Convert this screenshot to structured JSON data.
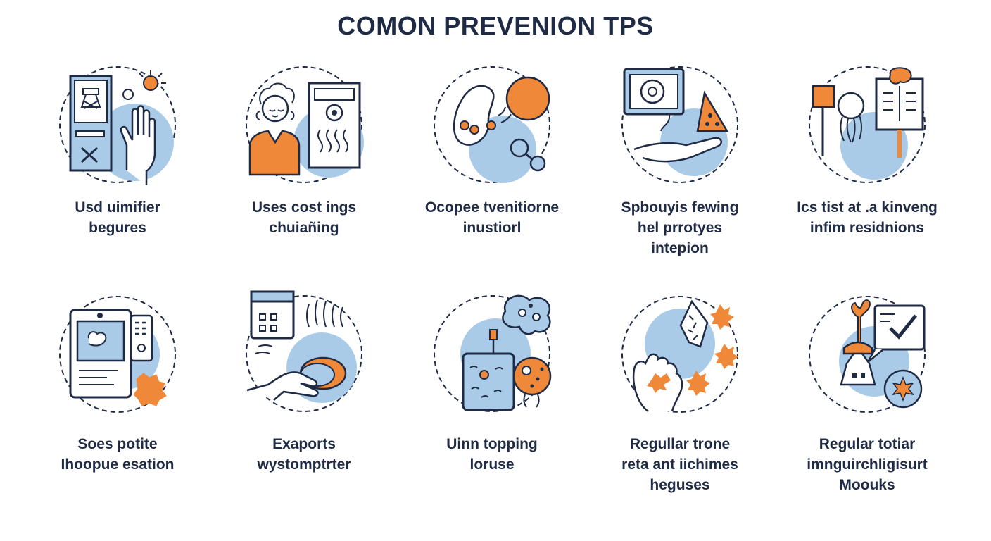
{
  "title": "COMON PREVENION TPS",
  "colors": {
    "navy": "#1f2a44",
    "blue_fill": "#a9cbe8",
    "orange": "#f0883a",
    "background": "#ffffff"
  },
  "tips": [
    {
      "icon": "humidifier-hand-icon",
      "lines": [
        "Usd uimifier",
        "begures"
      ]
    },
    {
      "icon": "person-air-purifier-icon",
      "lines": [
        "Uses cost ings",
        "chuiañing"
      ]
    },
    {
      "icon": "mold-spores-icon",
      "lines": [
        "Ocopee tvenitiorne",
        "inustiorl"
      ]
    },
    {
      "icon": "camera-hand-cheese-icon",
      "lines": [
        "Spbouyis fewing",
        "hel prrotyes",
        "intepion"
      ]
    },
    {
      "icon": "sign-board-test-icon",
      "lines": [
        "Ics tist at .a kinveng",
        "infim residnions"
      ]
    },
    {
      "icon": "thermostat-device-icon",
      "lines": [
        "Soes potite",
        "Ihoopue esation"
      ]
    },
    {
      "icon": "calendar-cleaning-hand-icon",
      "lines": [
        "Exaports",
        "wystomptrter"
      ]
    },
    {
      "icon": "container-cloud-spore-icon",
      "lines": [
        "Uinn topping",
        "loruse"
      ]
    },
    {
      "icon": "hand-mold-growth-icon",
      "lines": [
        "Regullar trone",
        "reta ant iichimes",
        "heguses"
      ]
    },
    {
      "icon": "checklist-inspection-icon",
      "lines": [
        "Regular totiar",
        "imnguirchligisurt",
        "Moouks"
      ]
    }
  ]
}
